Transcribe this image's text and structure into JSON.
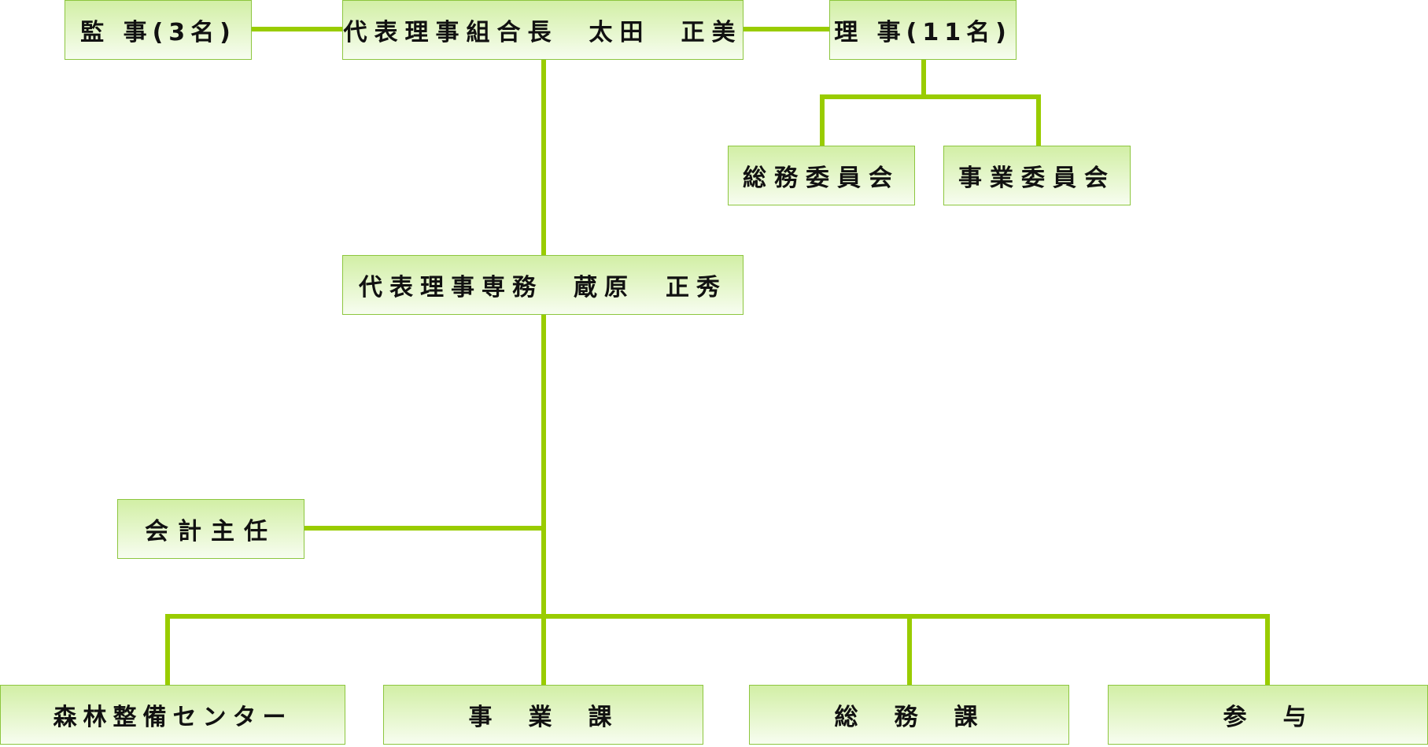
{
  "theme": {
    "connector_color": "#99cc00",
    "box_border_color": "#8dc63f",
    "box_gradient_top": "#d2efa5",
    "box_gradient_bottom": "#f7fdf0",
    "text_color": "#111111"
  },
  "org_chart": {
    "auditors": "監 事(3名)",
    "chairman": "代表理事組合長　太田　正美",
    "directors": "理 事(11名)",
    "general_affairs_committee": "総務委員会",
    "business_committee": "事業委員会",
    "managing_director": "代表理事専務　蔵原　正秀",
    "accounting_chief": "会計主任",
    "forest_center": "森林整備センター",
    "business_section": "事　業　課",
    "general_affairs_section": "総　務　課",
    "adviser": "参　与"
  }
}
